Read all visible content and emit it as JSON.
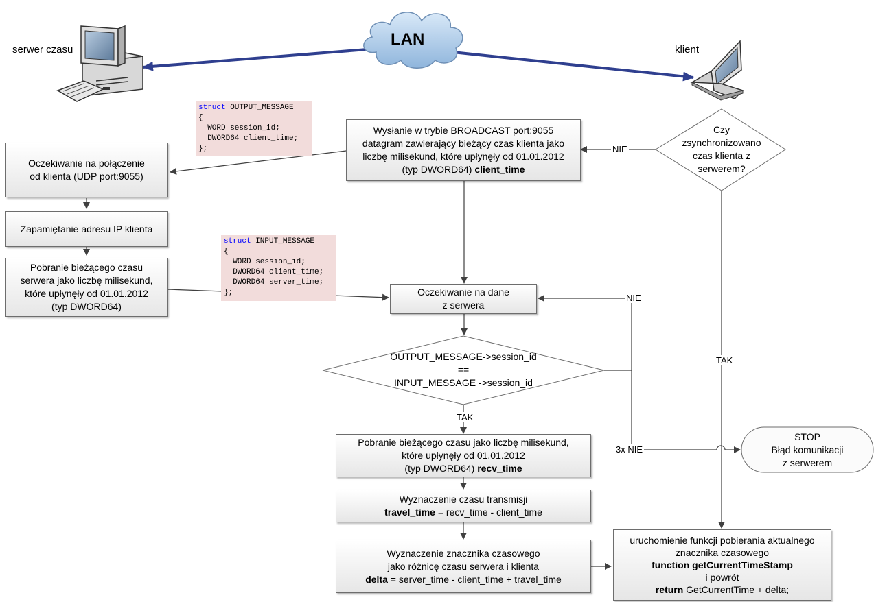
{
  "nodes": {
    "server_label": "serwer czasu",
    "client_label": "klient",
    "lan_label": "LAN",
    "wait_conn": [
      "Oczekiwanie na połączenie",
      "od klienta (UDP port:9055)"
    ],
    "store_ip": "Zapamiętanie adresu IP klienta",
    "server_time": [
      "Pobranie bieżącego czasu",
      "serwera jako liczbę milisekund,",
      "które upłynęły od 01.01.2012",
      "(typ DWORD64)"
    ],
    "broadcast": [
      "Wysłanie w trybie BROADCAST port:9055",
      "datagram zawierający bieżący czas klienta jako",
      "liczbę milisekund, które upłynęły od 01.01.2012"
    ],
    "broadcast_last_pre": "(typ DWORD64) ",
    "broadcast_last_bold": "client_time",
    "wait_data": [
      "Oczekiwanie na dane",
      "z serwera"
    ],
    "sync_question": [
      "Czy",
      "zsynchronizowano",
      "czas klienta z",
      "serwerem?"
    ],
    "session_compare": [
      "OUTPUT_MESSAGE->session_id",
      "==",
      "INPUT_MESSAGE ->session_id"
    ],
    "recv": [
      "Pobranie bieżącego czasu jako liczbę milisekund,",
      "które upłynęły od 01.01.2012"
    ],
    "recv_last_pre": "(typ DWORD64) ",
    "recv_last_bold": "recv_time",
    "travel_line1": "Wyznaczenie czasu transmisji",
    "travel_bold": "travel_time",
    "travel_rest": " = recv_time - client_time",
    "delta": [
      "Wyznaczenie znacznika czasowego",
      "jako różnicę czasu serwera i klienta"
    ],
    "delta_bold": "delta",
    "delta_rest": " = server_time - client_time + travel_time",
    "stop": [
      "STOP",
      "Błąd komunikacji",
      "z serwerem"
    ],
    "final_lines": [
      "uruchomienie funkcji pobierania aktualnego",
      "znacznika czasowego"
    ],
    "final_func": "function getCurrentTimeStamp",
    "final_ret": "i powrót",
    "final_return_bold": "return",
    "final_return_rest": " GetCurrentTime + delta;"
  },
  "code": {
    "output_kw": "struct",
    "output_name": " OUTPUT_MESSAGE",
    "output_body": "{\n  WORD session_id;\n  DWORD64 client_time;\n};",
    "input_kw": "struct",
    "input_name": " INPUT_MESSAGE",
    "input_body": "{\n  WORD session_id;\n  DWORD64 client_time;\n  DWORD64 server_time;\n};"
  },
  "edges": {
    "nie_sync": "NIE",
    "tak_sync": "TAK",
    "nie_retry": "NIE",
    "tak_compare": "TAK",
    "nie_3x": "3x NIE"
  },
  "icons": {
    "server": "desktop-computer-icon",
    "client": "laptop-icon",
    "lan": "cloud-icon"
  }
}
